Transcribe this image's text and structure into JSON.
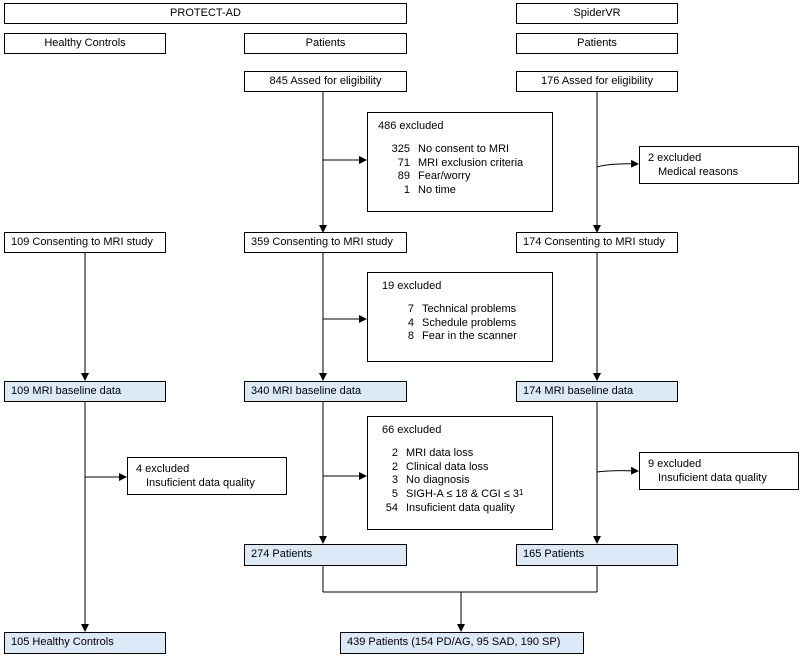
{
  "headers": {
    "protect_ad": "PROTECT-AD",
    "spidervr": "SpiderVR"
  },
  "groups": {
    "healthy_controls": "Healthy Controls",
    "patients_left": "Patients",
    "patients_right": "Patients"
  },
  "eligibility": {
    "protect": "845 Assed for eligibility",
    "spider": "176 Assed for eligibility"
  },
  "excl_protect_1": {
    "title": "486 excluded",
    "rows": [
      {
        "n": "325",
        "reason": "No consent to MRI"
      },
      {
        "n": "71",
        "reason": "MRI exclusion criteria"
      },
      {
        "n": "89",
        "reason": "Fear/worry"
      },
      {
        "n": "1",
        "reason": "No time"
      }
    ]
  },
  "excl_spider_1": {
    "title": "2 excluded",
    "reason": "Medical reasons"
  },
  "consent": {
    "hc": "109 Consenting to MRI study",
    "protect": "359 Consenting to MRI study",
    "spider": "174 Consenting to MRI study"
  },
  "excl_protect_2": {
    "title": "19 excluded",
    "rows": [
      {
        "n": "7",
        "reason": "Technical problems"
      },
      {
        "n": "4",
        "reason": "Schedule problems"
      },
      {
        "n": "8",
        "reason": "Fear in the scanner"
      }
    ]
  },
  "baseline": {
    "hc": "109 MRI baseline data",
    "protect": "340 MRI baseline data",
    "spider": "174 MRI baseline data"
  },
  "excl_hc": {
    "title": "4 excluded",
    "reason": "Insuficient data quality"
  },
  "excl_protect_3": {
    "title": "66 excluded",
    "rows": [
      {
        "n": "2",
        "reason": "MRI data loss"
      },
      {
        "n": "2",
        "reason": "Clinical data loss"
      },
      {
        "n": "3",
        "reason": "No diagnosis"
      },
      {
        "n": "5",
        "reason": "SIGH-A ≤ 18 & CGI ≤ 3",
        "sup": "1"
      },
      {
        "n": "54",
        "reason": "Insuficient data quality"
      }
    ]
  },
  "excl_spider_2": {
    "title": "9 excluded",
    "reason": "Insuficient data quality"
  },
  "patients": {
    "protect": "274 Patients",
    "spider": "165 Patients"
  },
  "final": {
    "hc": "105 Healthy Controls",
    "patients": "439 Patients (154 PD/AG, 95 SAD, 190 SP)"
  }
}
